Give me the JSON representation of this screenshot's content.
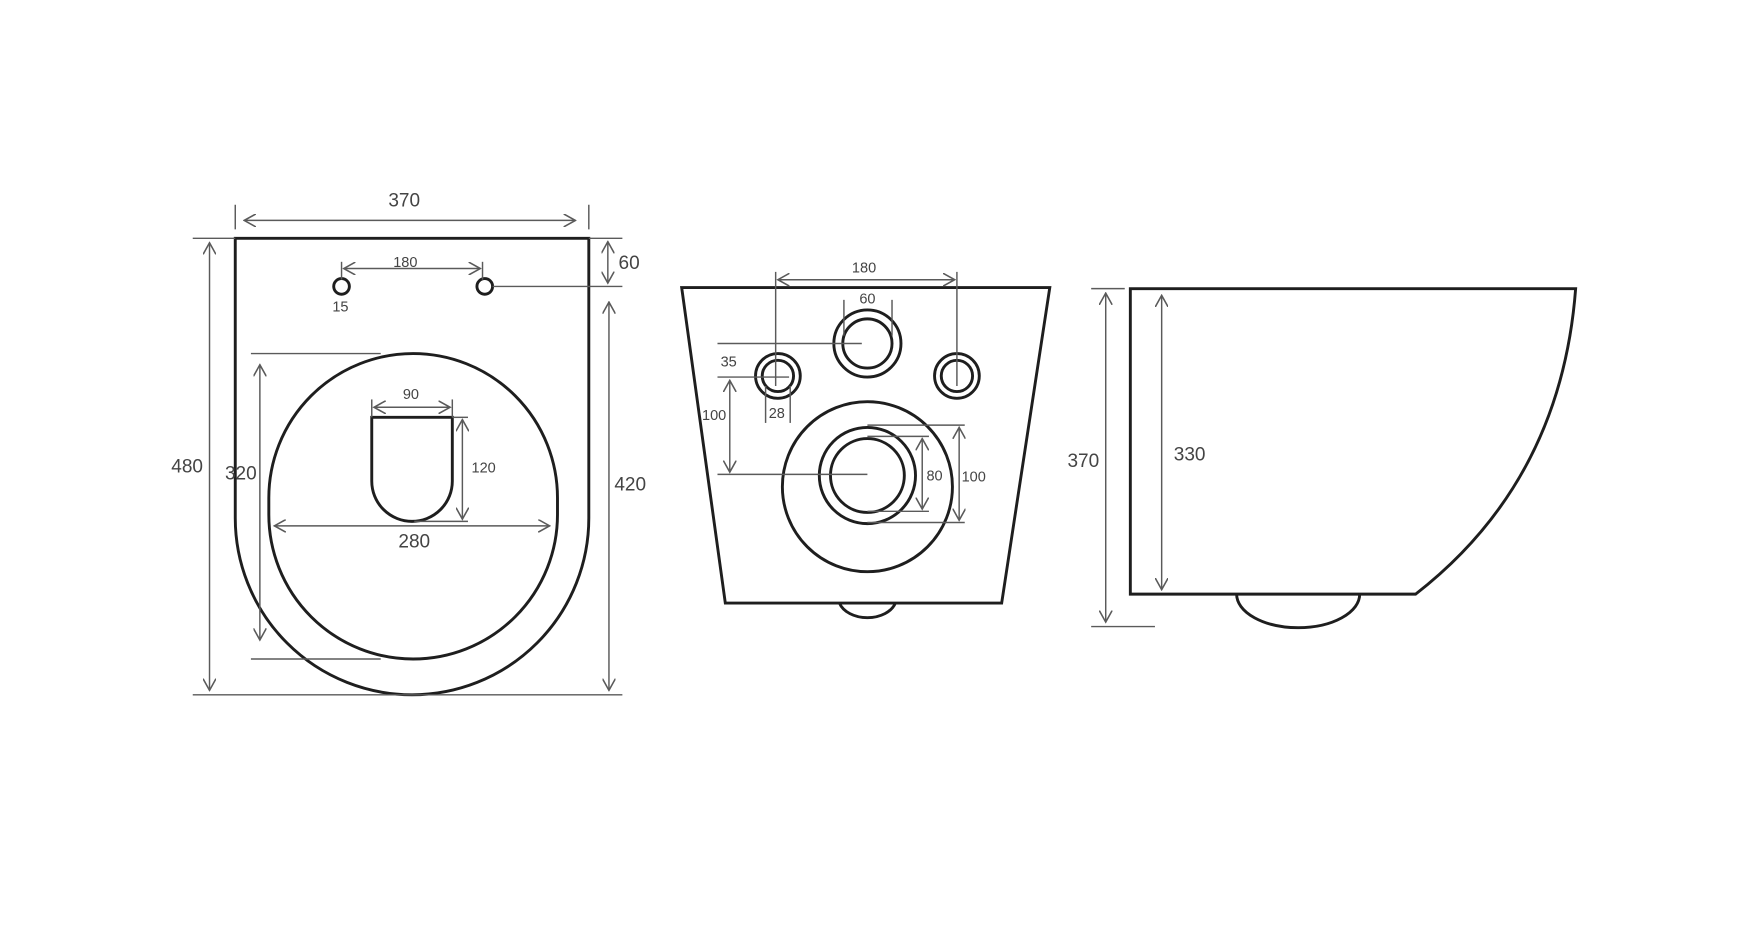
{
  "units": "mm",
  "front_view": {
    "width": "370",
    "height": "480",
    "hole_spacing": "180",
    "hole_diameter": "15",
    "hole_offset": "60",
    "depth_to_holes": "420",
    "seat_length": "320",
    "seat_width": "280",
    "opening_width": "90",
    "opening_length": "120"
  },
  "rear_view": {
    "bolt_spacing": "180",
    "inlet_diameter": "60",
    "bolt_offset": "35",
    "bolt_diameter": "28",
    "outlet_offset": "100",
    "outlet_inner": "80",
    "outlet_outer": "100"
  },
  "side_view": {
    "height": "370",
    "inner_height": "330"
  }
}
